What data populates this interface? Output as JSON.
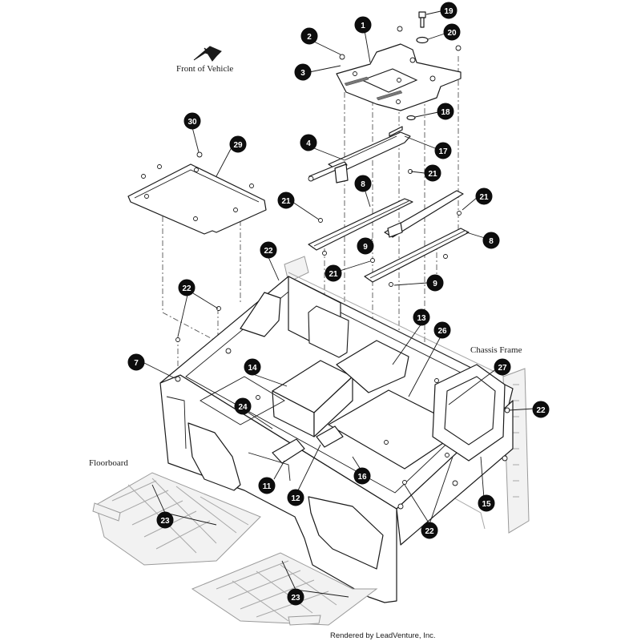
{
  "labels": {
    "front_of_vehicle": "Front of Vehicle",
    "chassis_frame": "Chassis Frame",
    "floorboard": "Floorboard",
    "rendered_by": "Rendered by LeadVenture, Inc."
  },
  "callouts": [
    {
      "id": "c1",
      "number": "1"
    },
    {
      "id": "c2",
      "number": "2"
    },
    {
      "id": "c3",
      "number": "3"
    },
    {
      "id": "c4",
      "number": "4"
    },
    {
      "id": "c7",
      "number": "7"
    },
    {
      "id": "c8a",
      "number": "8"
    },
    {
      "id": "c8b",
      "number": "8"
    },
    {
      "id": "c9a",
      "number": "9"
    },
    {
      "id": "c9b",
      "number": "9"
    },
    {
      "id": "c11",
      "number": "11"
    },
    {
      "id": "c12",
      "number": "12"
    },
    {
      "id": "c13",
      "number": "13"
    },
    {
      "id": "c14",
      "number": "14"
    },
    {
      "id": "c15",
      "number": "15"
    },
    {
      "id": "c16",
      "number": "16"
    },
    {
      "id": "c17",
      "number": "17"
    },
    {
      "id": "c18",
      "number": "18"
    },
    {
      "id": "c19",
      "number": "19"
    },
    {
      "id": "c20",
      "number": "20"
    },
    {
      "id": "c21a",
      "number": "21"
    },
    {
      "id": "c21b",
      "number": "21"
    },
    {
      "id": "c21c",
      "number": "21"
    },
    {
      "id": "c21d",
      "number": "21"
    },
    {
      "id": "c22a",
      "number": "22"
    },
    {
      "id": "c22b",
      "number": "22"
    },
    {
      "id": "c22c",
      "number": "22"
    },
    {
      "id": "c22d",
      "number": "22"
    },
    {
      "id": "c23a",
      "number": "23"
    },
    {
      "id": "c23b",
      "number": "23"
    },
    {
      "id": "c24",
      "number": "24"
    },
    {
      "id": "c26",
      "number": "26"
    },
    {
      "id": "c27",
      "number": "27"
    },
    {
      "id": "c29",
      "number": "29"
    },
    {
      "id": "c30",
      "number": "30"
    }
  ]
}
